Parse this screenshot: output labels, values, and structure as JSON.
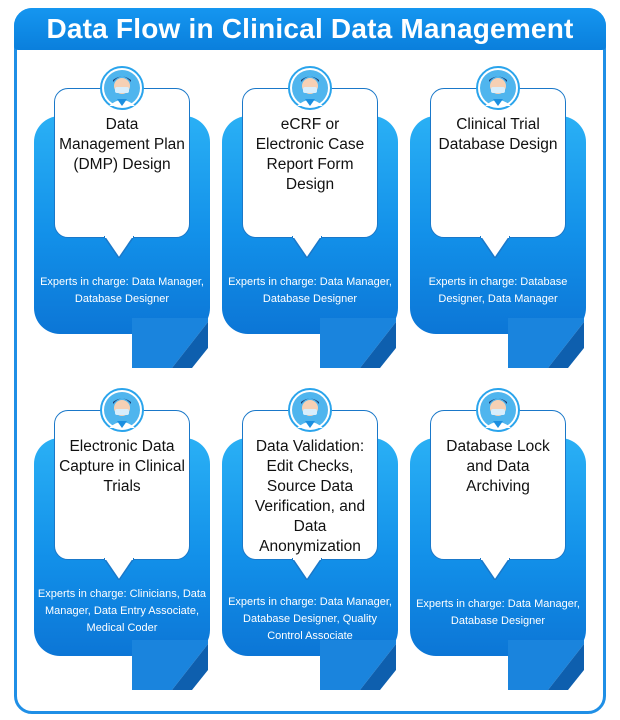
{
  "title": "Data Flow in Clinical Data Management",
  "cards": [
    {
      "title": "Data Management Plan (DMP) Design",
      "experts": "Experts in charge: Data Manager, Database Designer"
    },
    {
      "title": "eCRF or Electronic Case Report Form Design",
      "experts": "Experts in charge: Data Manager, Database Designer"
    },
    {
      "title": "Clinical Trial Database Design",
      "experts": "Experts in charge: Database Designer, Data Manager"
    },
    {
      "title": "Electronic Data Capture in Clinical Trials",
      "experts": "Experts in charge: Clinicians, Data Manager, Data Entry Associate, Medical Coder"
    },
    {
      "title": "Data Validation: Edit Checks, Source Data Verification, and Data Anonymization",
      "experts": "Experts in charge: Data Manager, Database Designer, Quality Control Associate"
    },
    {
      "title": "Database Lock and Data Archiving",
      "experts": "Experts in charge: Data Manager, Database Designer"
    }
  ],
  "colors": {
    "accent": "#1596f0",
    "panel_dark": "#0c76d6",
    "flag": "#1a84dd"
  },
  "icons": {
    "avatar": "doctor-avatar-icon"
  }
}
